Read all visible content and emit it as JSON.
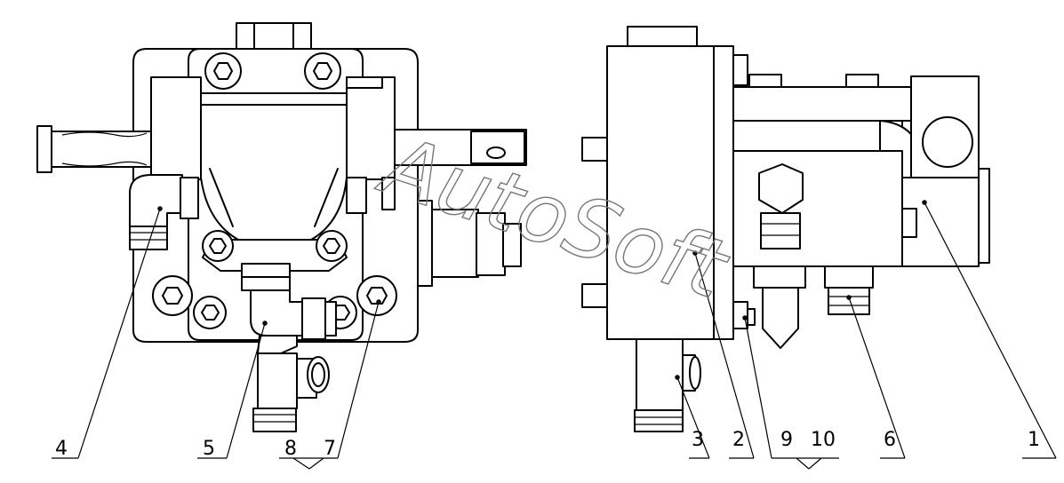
{
  "watermark": "AutoSoft",
  "left_view_labels": [
    "4",
    "5",
    "8",
    "7"
  ],
  "right_view_labels": [
    "3",
    "2",
    "9",
    "10",
    "6",
    "1"
  ]
}
